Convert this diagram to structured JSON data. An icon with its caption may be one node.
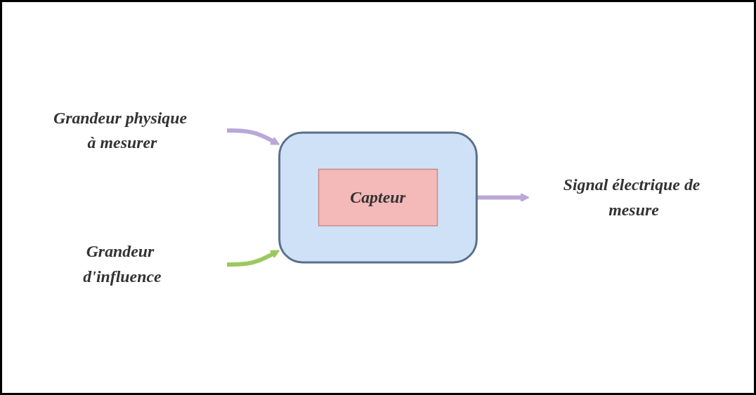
{
  "diagram": {
    "nodes": [
      {
        "text": [
          "Grandeur physique à mesurer"
        ]
      },
      {
        "text": [],
        "shape": "box"
      },
      {
        "text": [
          "Capteur"
        ],
        "in": 1
      },
      {
        "text": [
          "Signal électrique de mesure"
        ]
      },
      {
        "text": [
          "Grandeur d'influence"
        ]
      }
    ],
    "edges": [
      {
        "from": 0,
        "to": 1,
        "arrow": "to"
      },
      {
        "from": 1,
        "to": 3,
        "arrow": "to"
      },
      {
        "from": 4,
        "to": 1,
        "arrow": "to",
        "color": "#9cc860"
      }
    ]
  }
}
